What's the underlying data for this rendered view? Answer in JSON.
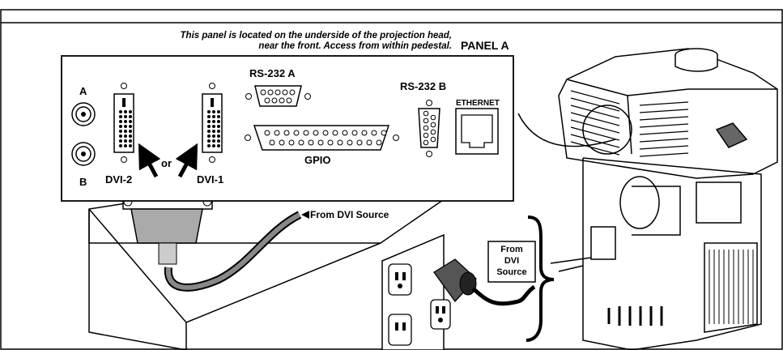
{
  "note_line1": "This panel is located on the underside of the projection head,",
  "note_line2": "near the front. Access from within pedestal.",
  "panel_title": "PANEL A",
  "labels": {
    "bnc_a": "A",
    "bnc_b": "B",
    "dvi2": "DVI-2",
    "dvi1": "DVI-1",
    "or": "or",
    "rs232a": "RS-232 A",
    "rs232b": "RS-232 B",
    "ethernet": "ETHERNET",
    "gpio": "GPIO",
    "from_dvi_source": "From DVI Source",
    "box_line1": "From",
    "box_line2": "DVI",
    "box_line3": "Source"
  }
}
